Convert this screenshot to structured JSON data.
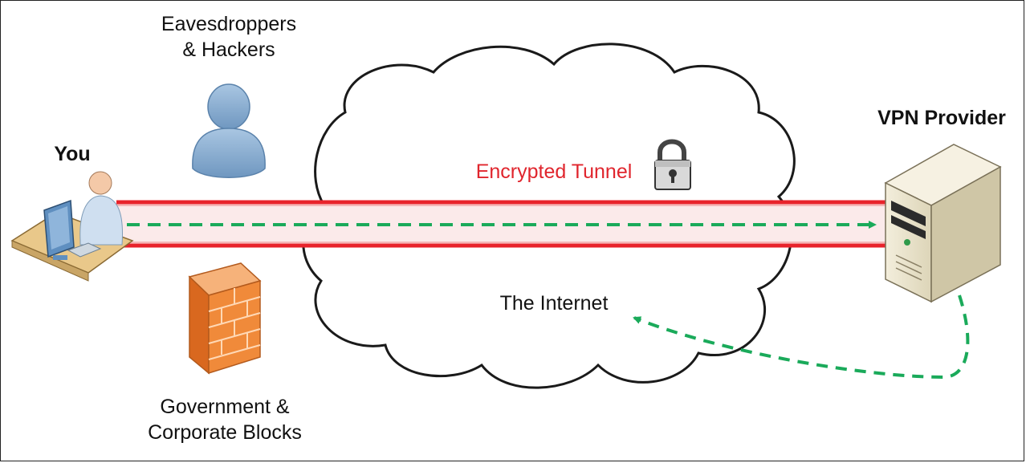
{
  "labels": {
    "eavesdroppers": [
      "Eavesdroppers",
      "& Hackers"
    ],
    "you": "You",
    "vpn_provider": "VPN Provider",
    "encrypted_tunnel": "Encrypted Tunnel",
    "the_internet": "The Internet",
    "government": [
      "Government &",
      "Corporate Blocks"
    ]
  },
  "icons": {
    "user": "person-at-computer-icon",
    "eavesdropper": "person-silhouette-icon",
    "lock": "padlock-icon",
    "firewall": "brick-firewall-icon",
    "server": "server-tower-icon",
    "cloud": "internet-cloud"
  },
  "colors": {
    "tunnel_line": "#e8232b",
    "tunnel_fill": "#f7d7d7",
    "traffic_arrow": "#1aaa5a",
    "cloud_stroke": "#1a1a1a",
    "tunnel_text": "#e0252d",
    "eavesdropper_fill": "#8fb4d6",
    "firewall_fill": "#f08a3a"
  }
}
